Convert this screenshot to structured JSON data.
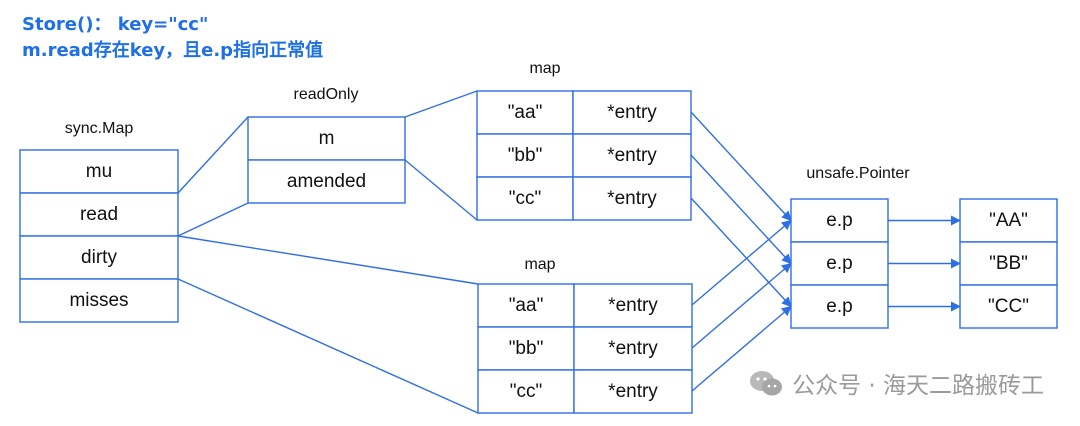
{
  "header": {
    "line1": "Store()：  key=\"cc\"",
    "line2": "m.read存在key，且e.p指向正常值"
  },
  "syncmap": {
    "title": "sync.Map",
    "fields": [
      "mu",
      "read",
      "dirty",
      "misses"
    ]
  },
  "readonly": {
    "title": "readOnly",
    "fields": [
      "m",
      "amended"
    ]
  },
  "read_map": {
    "title": "map",
    "rows": [
      {
        "key": "\"aa\"",
        "value": "*entry"
      },
      {
        "key": "\"bb\"",
        "value": "*entry"
      },
      {
        "key": "\"cc\"",
        "value": "*entry"
      }
    ]
  },
  "dirty_map": {
    "title": "map",
    "rows": [
      {
        "key": "\"aa\"",
        "value": "*entry"
      },
      {
        "key": "\"bb\"",
        "value": "*entry"
      },
      {
        "key": "\"cc\"",
        "value": "*entry"
      }
    ]
  },
  "pointers": {
    "title": "unsafe.Pointer",
    "cells": [
      "e.p",
      "e.p",
      "e.p"
    ]
  },
  "values": {
    "cells": [
      "\"AA\"",
      "\"BB\"",
      "\"CC\""
    ]
  },
  "watermark": {
    "text": "公众号 · 海天二路搬砖工"
  },
  "colors": {
    "stroke": "#2f6fe4",
    "header": "#1f6fe5",
    "watermark": "#9a9a9a"
  }
}
